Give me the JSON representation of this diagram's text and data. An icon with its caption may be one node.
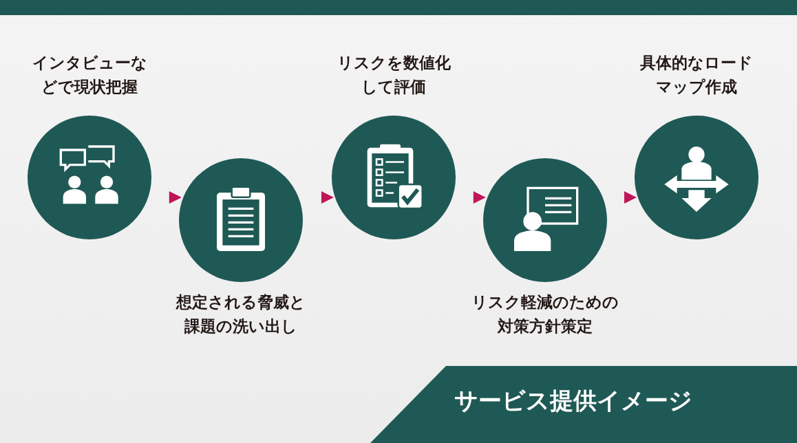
{
  "diagram": {
    "title": "サービス提供イメージ",
    "nodes": [
      {
        "text": [
          "インタビューなどで現状把握"
        ]
      },
      {
        "text": [
          "想定される脅威と課題の洗い出し"
        ]
      },
      {
        "text": [
          "リスクを数値化して評価"
        ]
      },
      {
        "text": [
          "リスク軽減のための対策方針策定"
        ]
      },
      {
        "text": [
          "具体的なロードマップ作成"
        ]
      }
    ],
    "edges": [
      {
        "from": 0,
        "to": 1,
        "arrow": "to"
      },
      {
        "from": 1,
        "to": 2,
        "arrow": "to"
      },
      {
        "from": 2,
        "to": 3,
        "arrow": "to"
      },
      {
        "from": 3,
        "to": 4,
        "arrow": "to"
      }
    ]
  }
}
